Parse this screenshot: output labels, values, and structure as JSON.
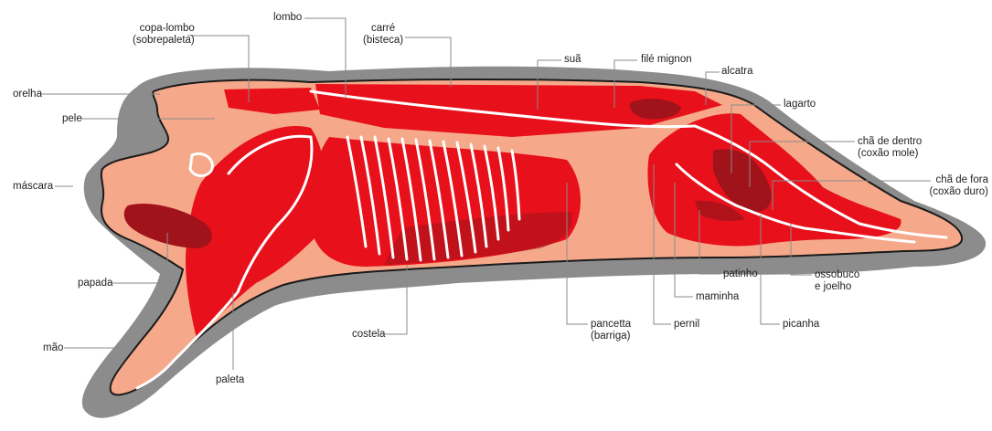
{
  "labels": {
    "copa_lombo": "copa-lombo",
    "copa_lombo_sub": "(sobrepaleta)",
    "lombo": "lombo",
    "carre": "carré",
    "carre_sub": "(bisteca)",
    "sua": "suã",
    "file_mignon": "filé mignon",
    "alcatra": "alcatra",
    "lagarto": "lagarto",
    "cha_de_dentro": "chã de dentro",
    "cha_de_dentro_sub": "(coxão mole)",
    "cha_de_fora": "chã de fora",
    "cha_de_fora_sub": "(coxão duro)",
    "orelha": "orelha",
    "pele": "pele",
    "mascara": "máscara",
    "papada": "papada",
    "mao": "mão",
    "paleta": "paleta",
    "costela": "costela",
    "pancetta": "pancetta",
    "pancetta_sub": "(barriga)",
    "pernil": "pernil",
    "maminha": "maminha",
    "patinho": "patinho",
    "picanha": "picanha",
    "ossobuco": "ossobuco",
    "ossobuco_sub": "e joelho"
  },
  "colors": {
    "outline": "#8c8c8c",
    "skin": "#f5a98a",
    "meat": "#e8101b",
    "dark_meat": "#a0131b",
    "bone": "#ffffff",
    "leader": "#888888",
    "text": "#222222"
  }
}
